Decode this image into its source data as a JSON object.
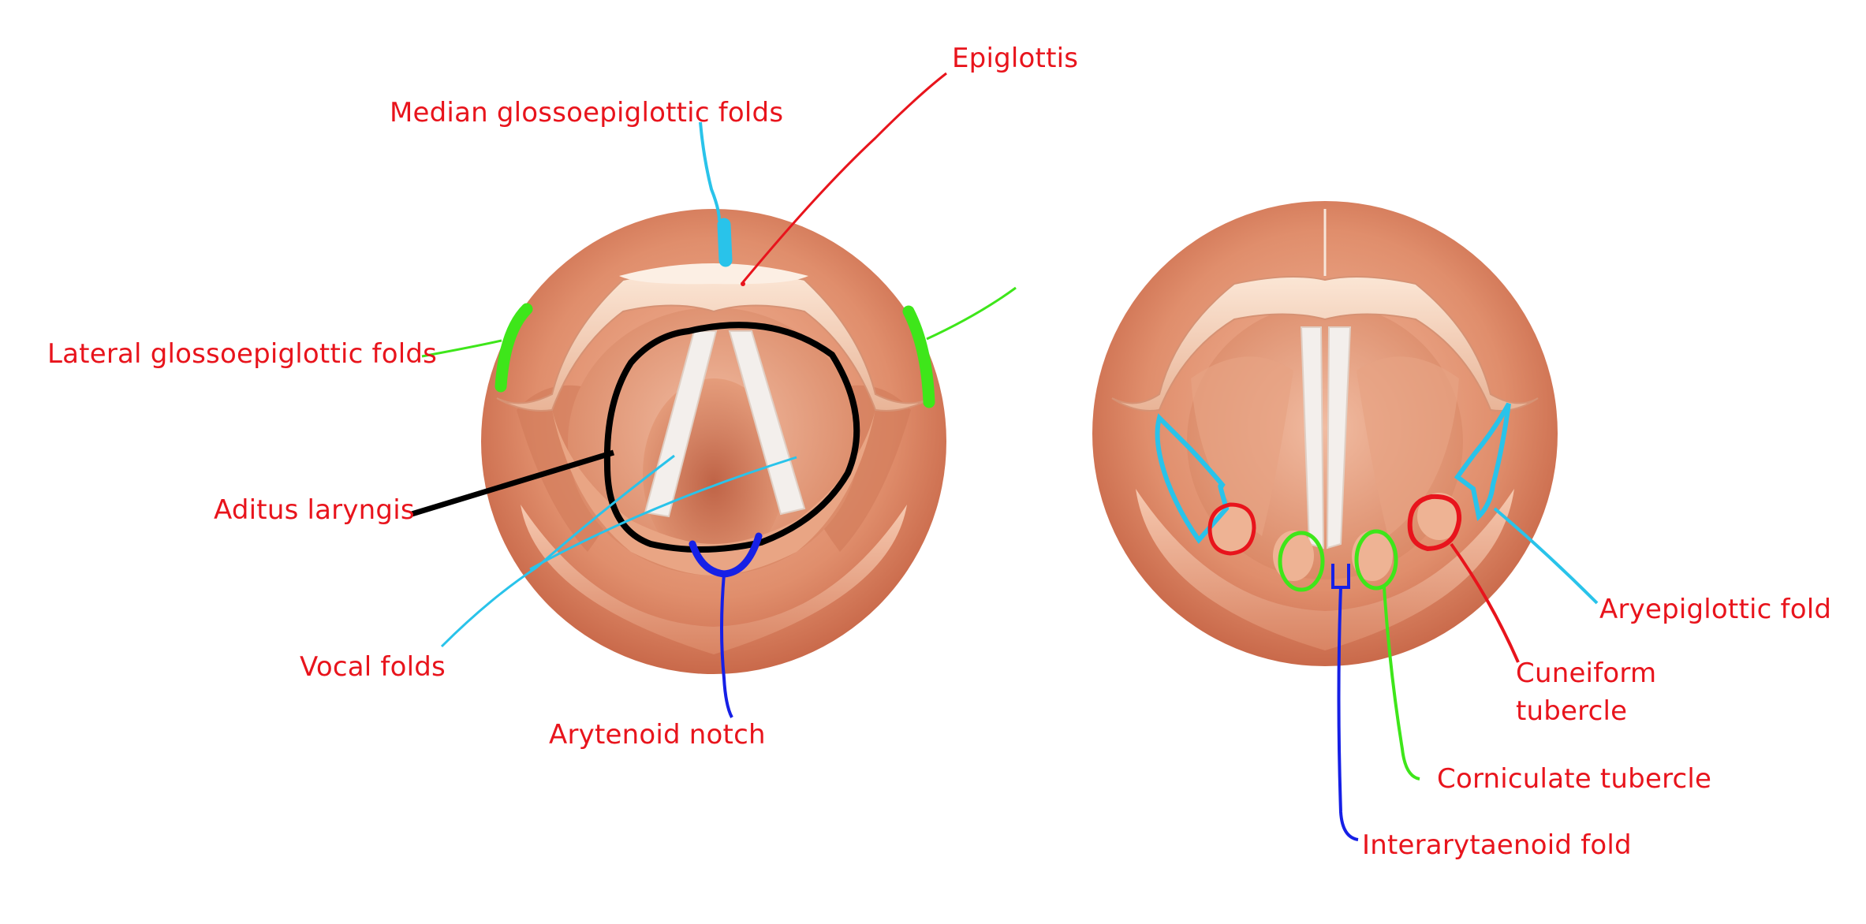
{
  "labels": {
    "epiglottis": "Epiglottis",
    "median_glossoepiglottic": "Median glossoepiglottic folds",
    "lateral_glossoepiglottic": "Lateral glossoepiglottic folds",
    "aditus_laryngis": "Aditus laryngis",
    "vocal_folds": "Vocal folds",
    "arytenoid_notch": "Arytenoid notch",
    "aryepiglottic_fold": "Aryepiglottic fold",
    "cuneiform_tubercle": "Cuneiform tubercle",
    "corniculate_tubercle": "Corniculate tubercle",
    "interarytaenoid_fold": "Interarytaenoid fold"
  },
  "colors": {
    "label_text": "#e8141c",
    "epiglottis_marker": "#e8141c",
    "median_fold_marker": "#29c3ea",
    "lateral_fold_marker": "#3ee61a",
    "aditus_marker": "#000000",
    "vocal_fold_marker": "#29c3ea",
    "arytenoid_notch_marker": "#1620e6",
    "aryepiglottic_marker": "#29c3ea",
    "cuneiform_marker": "#e8141c",
    "corniculate_marker": "#3ee61a",
    "interarytaenoid_marker": "#1620e6",
    "mucosa": "#e59a7a",
    "mucosa_dark": "#c9694a",
    "epiglottis_fill": "#f8d5bd",
    "cord_white": "#f3efec"
  }
}
